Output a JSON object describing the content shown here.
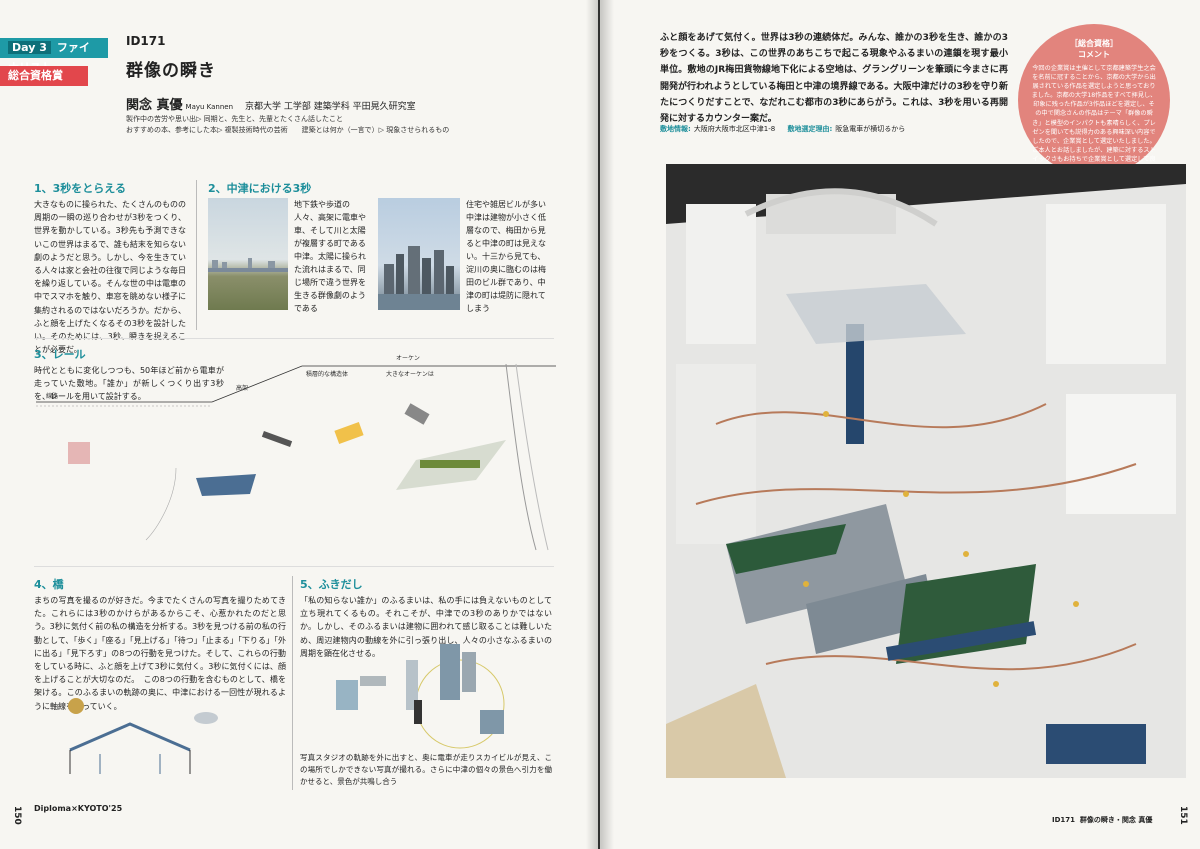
{
  "left_page": {
    "tags": {
      "day": "Day 3",
      "finalist": "ファイナリスト",
      "prize": "総合資格賞"
    },
    "id": "ID171",
    "title": "群像の瞬き",
    "author": {
      "name": "関念 真優",
      "roman": "Mayu Kannen",
      "affiliation": "京都大学 工学部 建築学科 平田晃久研究室"
    },
    "meta_line1": "製作中の苦労や思い出▷ 同期と、先生と、先輩とたくさん話したこと",
    "meta_line2": "おすすめの本、参考にした本▷ 複製技術時代の芸術　　建築とは何か（一言で）▷ 現象させられるもの",
    "sections": [
      {
        "heading": "1、3秒をとらえる",
        "text": "大きなものに操られた、たくさんのものの周期の一瞬の巡り合わせが3秒をつくり、世界を動かしている。3秒先も予測できないこの世界はまるで、誰も結末を知らない劇のようだと思う。しかし、今を生きている人々は家と会社の往復で同じような毎日を繰り返している。そんな世の中は電車の中でスマホを触り、車窓を眺めない様子に集約されるのではないだろうか。だから、ふと顔を上げたくなるその3秒を設計したい。そのためには、3秒、瞬きを捉えることが必要だ。"
      },
      {
        "heading": "2、中津における3秒",
        "text_a": "地下鉄や歩道の人々、高架に電車や車、そして川と太陽が複層する町である中津。太陽に操られた流れはまるで、同じ場所で違う世界を生きる群像劇のようである",
        "text_b": "住宅や雑居ビルが多い中津は建物が小さく低層なので、梅田から見ると中津の町は見えない。十三から見ても、淀川の奥に臨むのは梅田のビル群であり、中津の町は堤防に隠れてしまう"
      },
      {
        "heading": "3、レール",
        "text": "時代とともに変化しつつも、50年ほど前から電車が走っていた敷地。「誰か」が新しくつくり出す3秒を、レールを用いて設計する。"
      },
      {
        "heading": "4、橋",
        "text": "まちの写真を撮るのが好きだ。今までたくさんの写真を撮りためてきた。これらには3秒のかけらがあるからこそ、心惹かれたのだと思う。3秒に気付く前の私の構造を分析する。3秒を見つける前の私の行動として、「歩く」「座る」「見上げる」「待つ」「止まる」「下りる」「外に出る」「見下ろす」の8つの行動を見つけた。そして、これらの行動をしている時に、ふと顔を上げて3秒に気付く。3秒に気付くには、顔を上げることが大切なのだ。　この8つの行動を含むものとして、橋を架ける。このふるまいの軌跡の奥に、中津における一回性が現れるように軸線を取っていく。"
      },
      {
        "heading": "5、ふきだし",
        "text": "「私の知らない誰か」のふるまいは、私の手には負えないものとして立ち現れてくるもの。それこそが、中津での3秒のありかではないか。しかし、そのふるまいは建物に囲われて感じ取ることは難しいため、周辺建物内の動線を外に引っ張り出し、人々の小さなふるまいの周期を顕在化させる。",
        "caption": "写真スタジオの軌跡を外に出すと、奥に電車が走りスカイビルが見え、この場所でしかできない写真が撮れる。さらに中津の個々の景色へ引力を働かせると、景色が共鳴し合う"
      }
    ],
    "rail_labels": [
      "線路",
      "高架",
      "オーケン",
      "積層的な構造体",
      "大きなオーケンは"
    ],
    "folio": "Diploma×KYOTO'25",
    "page_number": "150"
  },
  "right_page": {
    "text": "ふと顔をあげて気付く。世界は3秒の連続体だ。みんな、誰かの3秒を生き、誰かの3秒をつくる。3秒は、この世界のあちこちで起こる現象やふるまいの連鎖を現す最小単位。敷地のJR梅田貨物線地下化による空地は、グラングリーンを筆頭に今まさに再開発が行われようとしている梅田と中津の境界線である。大阪中津だけの3秒を守り新たにつくりだすことで、なだれこむ都市の3秒にあらがう。これは、3秒を用いる再開発に対するカウンター案だ。",
    "site_label": "敷地情報:",
    "site_value": "大阪府大阪市北区中津1-8",
    "reason_label": "敷地選定理由:",
    "reason_value": "阪急電車が横切るから",
    "comment": {
      "heading": "［総合資格］",
      "subheading": "コメント",
      "text": "今回の企業賞は主催として京都建築学生之会を名前に冠することから、京都の大学から出展されている作品を選定しようと思っておりました。京都の大学18作品をすべて拝見し、印象に残った作品が3作品ほどを選定し、その中で関念さんの作品はテーマ「群像の瞬き」と模型のインパクトも素晴らしく、プレゼンを聞いても説得力のある興味深い内容でしたので、企業賞として選定いたしました。ご本人とお話しましたが、建築に対するストイックさもお持ちで企業賞として選定して良かったと思います。"
    },
    "footer_id": "ID171",
    "footer_title": "群像の瞬き・関念 真優",
    "page_number": "151"
  },
  "colors": {
    "teal": "#1e9aa6",
    "red": "#e2474c",
    "coral": "#e2847d",
    "page": "#f7f6f2"
  }
}
